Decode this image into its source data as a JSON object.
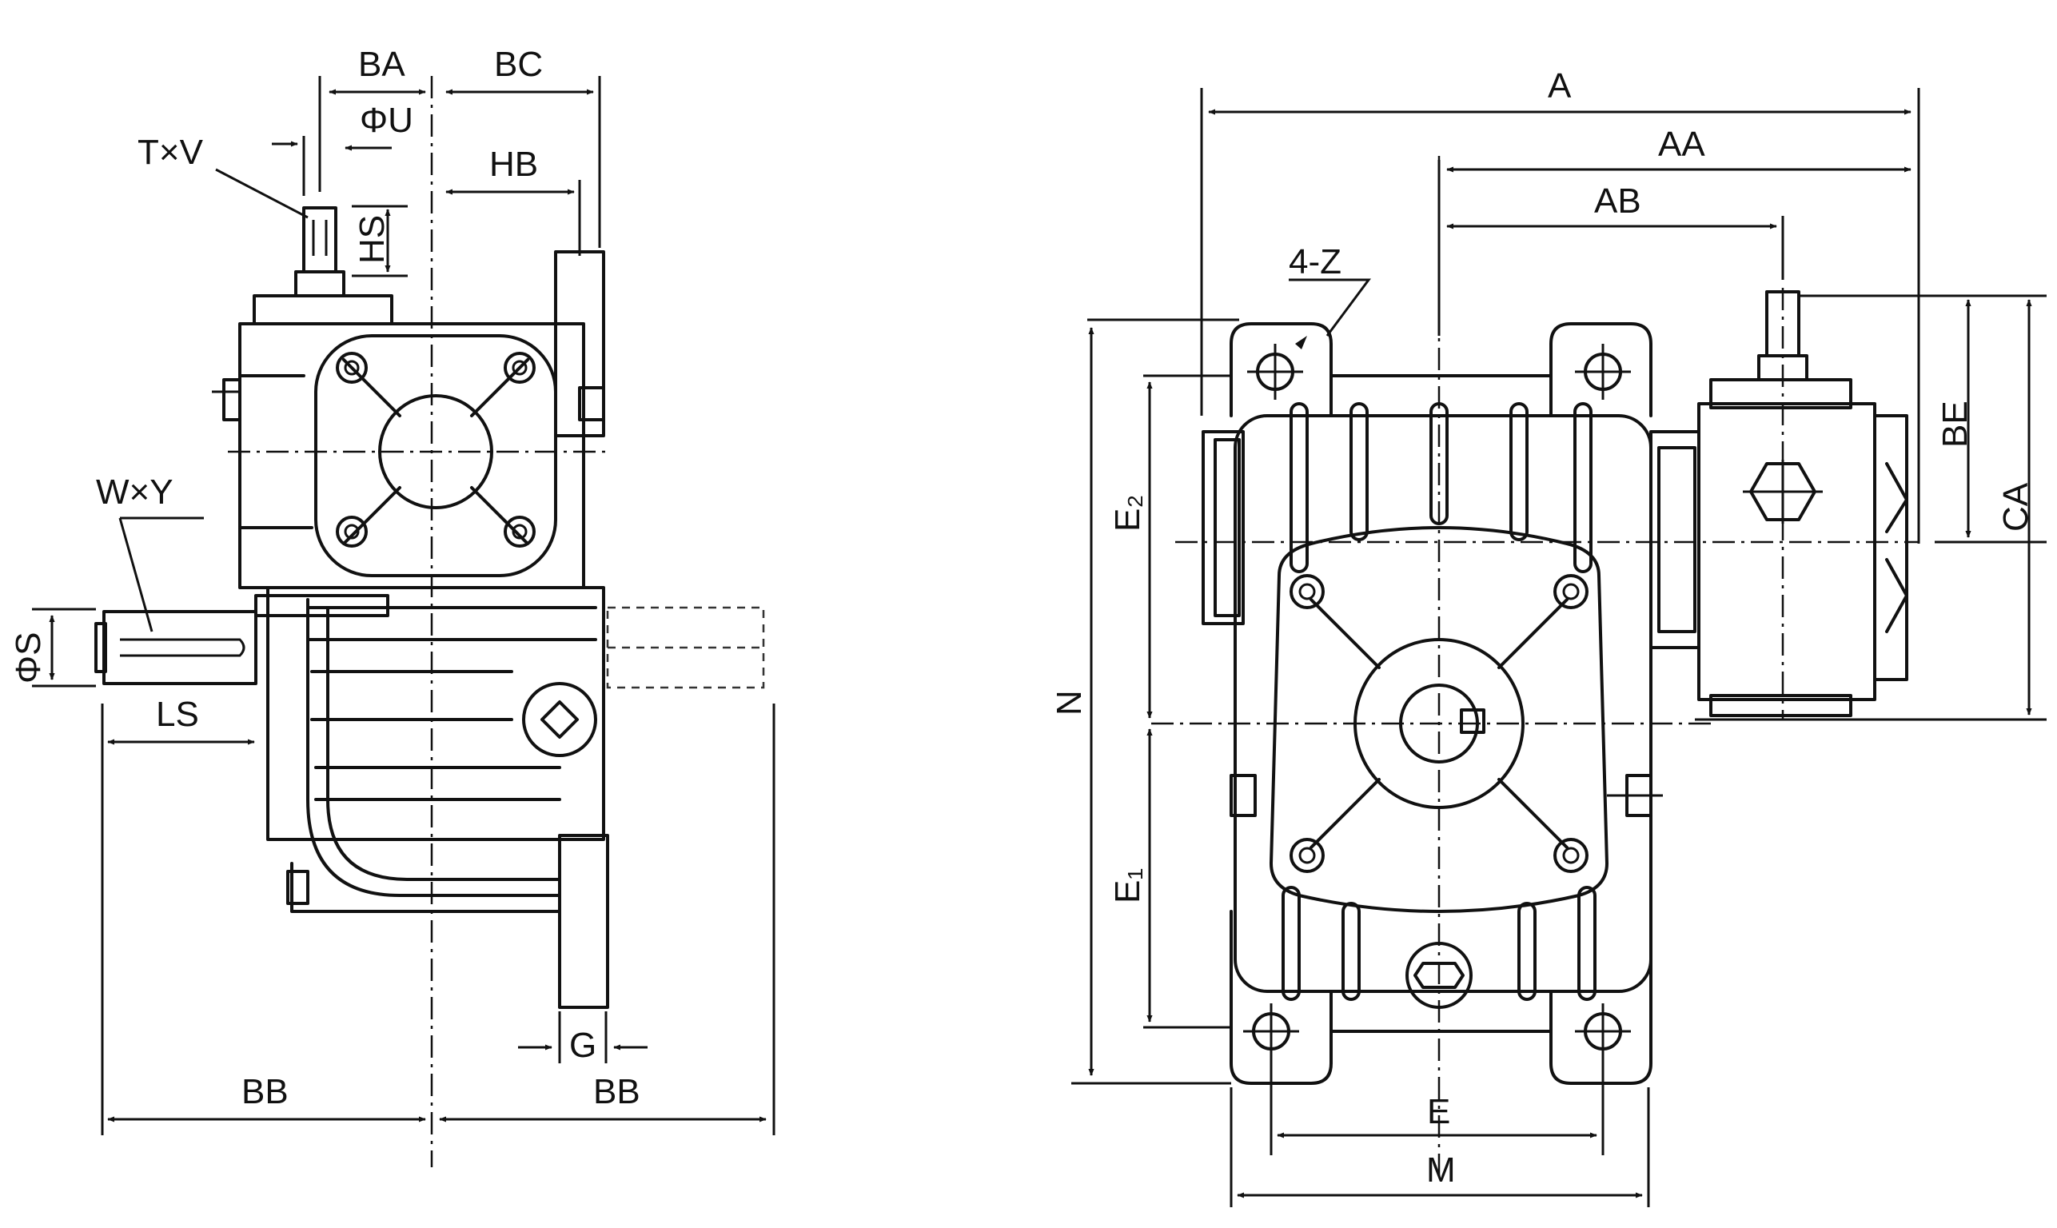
{
  "labels": {
    "BA": "BA",
    "BC": "BC",
    "TxV": "T×V",
    "PhiU": "ΦU",
    "HB": "HB",
    "HS": "HS",
    "WxY": "W×Y",
    "PhiS": "ΦS",
    "LS": "LS",
    "G": "G",
    "BB_left": "BB",
    "BB_right": "BB",
    "A": "A",
    "AA": "AA",
    "AB": "AB",
    "FourZ": "4-Z",
    "BE": "BE",
    "CA": "CA",
    "E2": "E₂",
    "N": "N",
    "E1": "E₁",
    "E": "E",
    "M": "M"
  }
}
